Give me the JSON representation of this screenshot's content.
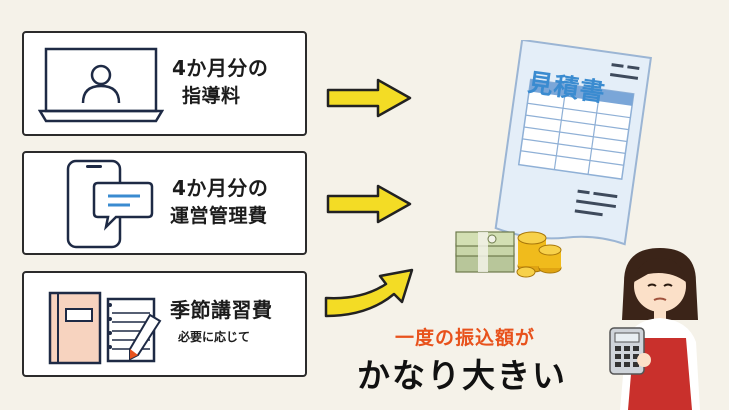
{
  "items": [
    {
      "line1": "4か月分の",
      "line2": "指導料"
    },
    {
      "line1": "4か月分の",
      "line2": "運営管理費"
    },
    {
      "line1": "季節講習費",
      "line2": "必要に応じて"
    }
  ],
  "document": {
    "title": "見積書"
  },
  "caption": {
    "line1": "一度の振込額が",
    "line2": "かなり大きい"
  },
  "colors": {
    "arrow": "#f3dc25",
    "doc_blue": "#3a8bd0",
    "caption_orange": "#e8521c",
    "background": "#f5f2e9"
  },
  "icons": [
    "laptop-user-icon",
    "smartphone-chat-icon",
    "notebook-pencil-icon",
    "estimate-document-icon",
    "money-coins-icon",
    "woman-calculator-illustration"
  ]
}
